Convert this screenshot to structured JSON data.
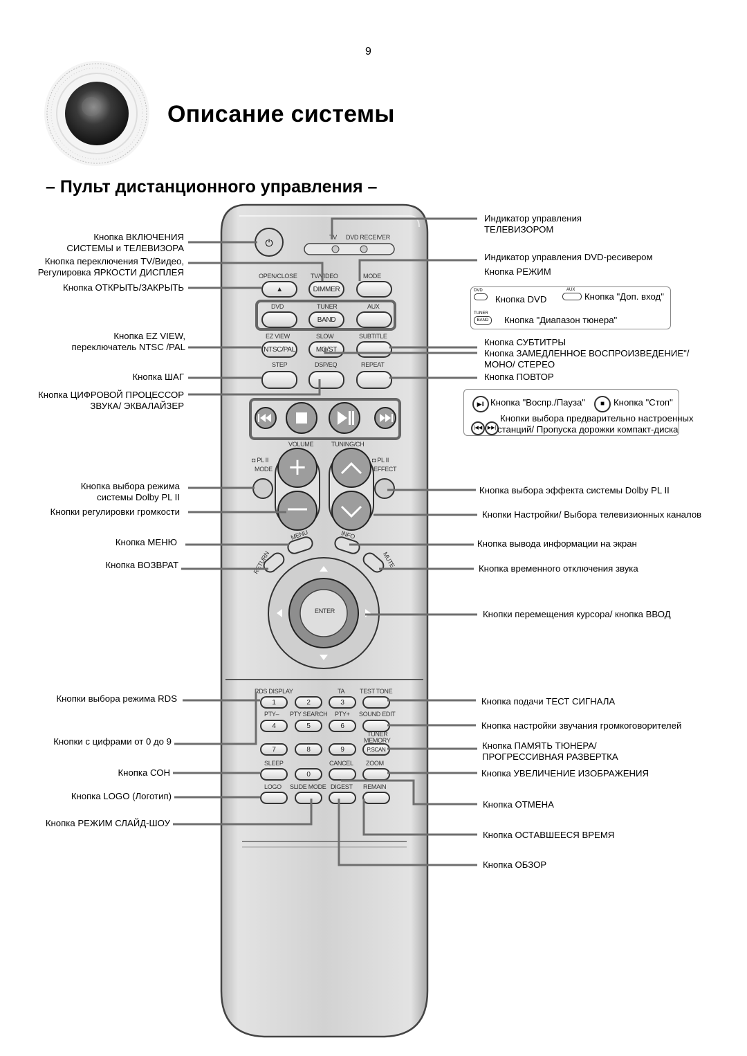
{
  "page_number": "9",
  "title": "Описание системы",
  "subtitle": "– Пульт дистанционного управления –",
  "left_labels": [
    {
      "line1": "Кнопка ВКЛЮЧЕНИЯ",
      "line2": "СИСТЕМЫ и ТЕЛЕВИЗОРА"
    },
    {
      "line1": "Кнопка переключения TV/Видео,",
      "line2": "Регулировка ЯРКОСТИ ДИСПЛЕЯ"
    },
    {
      "line1": "Кнопка ОТКРЫТЬ/ЗАКРЫТЬ"
    },
    {
      "line1": "Кнопка EZ VIEW,",
      "line2": "переключатель NTSC  /PAL"
    },
    {
      "line1": "Кнопка ШАГ"
    },
    {
      "line1": "Кнопка ЦИФРОВОЙ ПРОЦЕССОР",
      "line2": "ЗВУКА/ ЭКВАЛАЙЗЕР"
    },
    {
      "line1": "Кнопка выбора режима",
      "line2": "системы Dolby PL II"
    },
    {
      "line1": "Кнопки регулировки громкости"
    },
    {
      "line1": "Кнопка МЕНЮ"
    },
    {
      "line1": "Кнопка ВОЗВРАТ"
    },
    {
      "line1": "Кнопки выбора режима RDS"
    },
    {
      "line1": "Кнопки с цифрами от 0 до 9"
    },
    {
      "line1": "Кнопка СОН"
    },
    {
      "line1": "Кнопка LOGO (Логотип)"
    },
    {
      "line1": "Кнопка РЕЖИМ СЛАЙД-ШОУ"
    }
  ],
  "right_labels": [
    {
      "line1": "Индикатор управления",
      "line2": "ТЕЛЕВИЗОРОМ"
    },
    {
      "line1": "Индикатор управления DVD-ресивером"
    },
    {
      "line1": "Кнопка РЕЖИМ"
    },
    {
      "line1": "Кнопка СУБТИТРЫ"
    },
    {
      "line1": "Кнопка ЗАМЕДЛЕННОЕ ВОСПРОИЗВЕДЕНИЕ\"/",
      "line2": "МОНО/ СТЕРЕО"
    },
    {
      "line1": "Кнопка ПОВТОР"
    },
    {
      "line1": "Кнопка выбора эффекта системы Dolby PL II"
    },
    {
      "line1": "Кнопки Настройки/ Выбора телевизионных каналов"
    },
    {
      "line1": "Кнопка вывода информации на экран"
    },
    {
      "line1": "Кнопка временного отключения звука"
    },
    {
      "line1": "Кнопки перемещения курсора/ кнопка ВВОД"
    },
    {
      "line1": "Кнопка подачи ТЕСТ СИГНАЛА"
    },
    {
      "line1": "Кнопка настройки звучания громкоговорителей"
    },
    {
      "line1": "Кнопка ПАМЯТЬ ТЮНЕРА/",
      "line2": "ПРОГРЕССИВНАЯ РАЗВЕРТКА"
    },
    {
      "line1": "Кнопка УВЕЛИЧЕНИЕ ИЗОБРАЖЕНИЯ"
    },
    {
      "line1": "Кнопка ОТМЕНА"
    },
    {
      "line1": "Кнопка ОСТАВШЕЕСЯ ВРЕМЯ"
    },
    {
      "line1": "Кнопка ОБЗОР"
    }
  ],
  "box_dvd": {
    "dvd_label": "Кнопка DVD",
    "aux_label": "Кнопка \"Доп. вход\"",
    "band_label": "Кнопка \"Диапазон тюнера\"",
    "mini_dvd": "DVD",
    "mini_aux": "AUX",
    "mini_tuner": "TUNER",
    "mini_band": "BAND"
  },
  "box_play": {
    "play_label": "Кнопка \"Воспр./Пауза\"",
    "stop_label": "Кнопка \"Стоп\"",
    "skip_line1": "Кнопки выбора предварительно настроенных",
    "skip_line2": "станций/ Пропуска дорожки компакт-диска"
  },
  "remote": {
    "tv": "TV",
    "dvd_receiver": "DVD RECEIVER",
    "open_close": "OPEN/CLOSE",
    "tv_video": "TV/VIDEO",
    "mode": "MODE",
    "dimmer": "DIMMER",
    "dvd": "DVD",
    "tuner": "TUNER",
    "aux": "AUX",
    "band": "BAND",
    "ez_view": "EZ VIEW",
    "slow": "SLOW",
    "subtitle": "SUBTITLE",
    "ntsc_pal": "NTSC/PAL",
    "mo_st": "MO/ST",
    "step": "STEP",
    "dsp_eq": "DSP/EQ",
    "repeat": "REPEAT",
    "volume": "VOLUME",
    "tuning_ch": "TUNING/CH",
    "pl2_left": "PL II",
    "mode2": "MODE",
    "pl2_right": "PL II",
    "effect": "EFFECT",
    "menu": "MENU",
    "info": "INFO",
    "return": "RETURN",
    "mute": "MUTE",
    "enter": "ENTER",
    "rds_display": "RDS DISPLAY",
    "ta": "TA",
    "test_tone": "TEST TONE",
    "pty_minus": "PTY–",
    "pty_search": "PTY SEARCH",
    "pty_plus": "PTY+",
    "sound_edit": "SOUND EDIT",
    "tuner_memory_1": "TUNER",
    "tuner_memory_2": "MEMORY",
    "p_scan": "P.SCAN",
    "sleep": "SLEEP",
    "cancel": "CANCEL",
    "zoom": "ZOOM",
    "logo": "LOGO",
    "slide_mode": "SLIDE MODE",
    "digest": "DIGEST",
    "remain": "REMAIN",
    "digits": [
      "1",
      "2",
      "3",
      "4",
      "5",
      "6",
      "7",
      "8",
      "9",
      "0"
    ]
  },
  "colors": {
    "line": "#6e6e6e",
    "remote_body": "#dcdcdc",
    "remote_edge": "#444444"
  }
}
